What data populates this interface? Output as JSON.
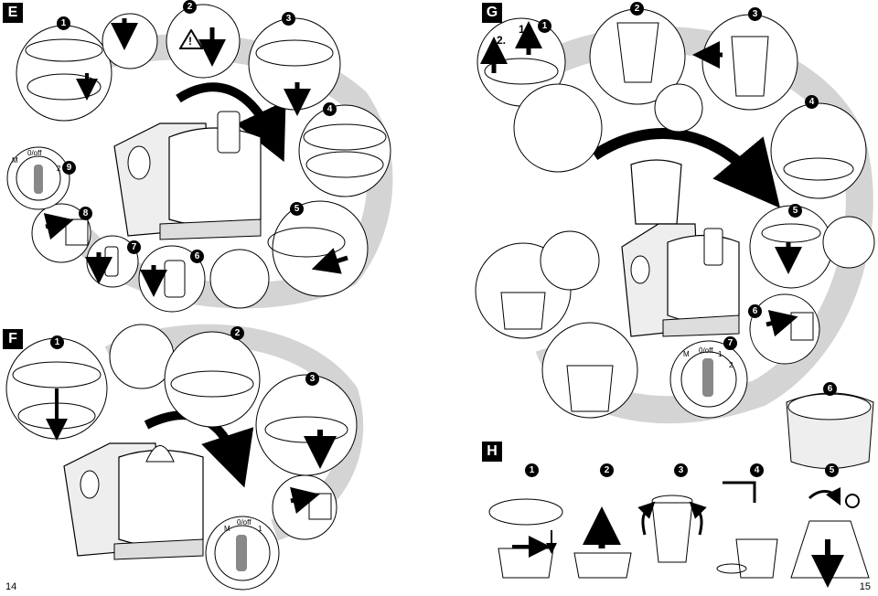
{
  "pages": {
    "left_number": "14",
    "right_number": "15"
  },
  "sections": [
    {
      "letter": "E",
      "steps": [
        "1",
        "2",
        "3",
        "4",
        "5",
        "6",
        "7",
        "8",
        "9"
      ]
    },
    {
      "letter": "F",
      "steps": [
        "1",
        "2",
        "3"
      ]
    },
    {
      "letter": "G",
      "steps": [
        "1",
        "2",
        "3",
        "4",
        "5",
        "6",
        "7",
        "6"
      ]
    },
    {
      "letter": "H",
      "steps": [
        "1",
        "2",
        "3",
        "4",
        "5"
      ]
    }
  ],
  "dial_labels": {
    "off": "0/off",
    "m": "M",
    "one": "1",
    "two": "2"
  },
  "g_step1_labels": {
    "first": "1.",
    "second": "2."
  },
  "warning_symbol": "!",
  "colors": {
    "ink": "#000000",
    "swoosh": "#cccccc",
    "paper": "#ffffff",
    "appliance_fill": "#eeeeee"
  }
}
